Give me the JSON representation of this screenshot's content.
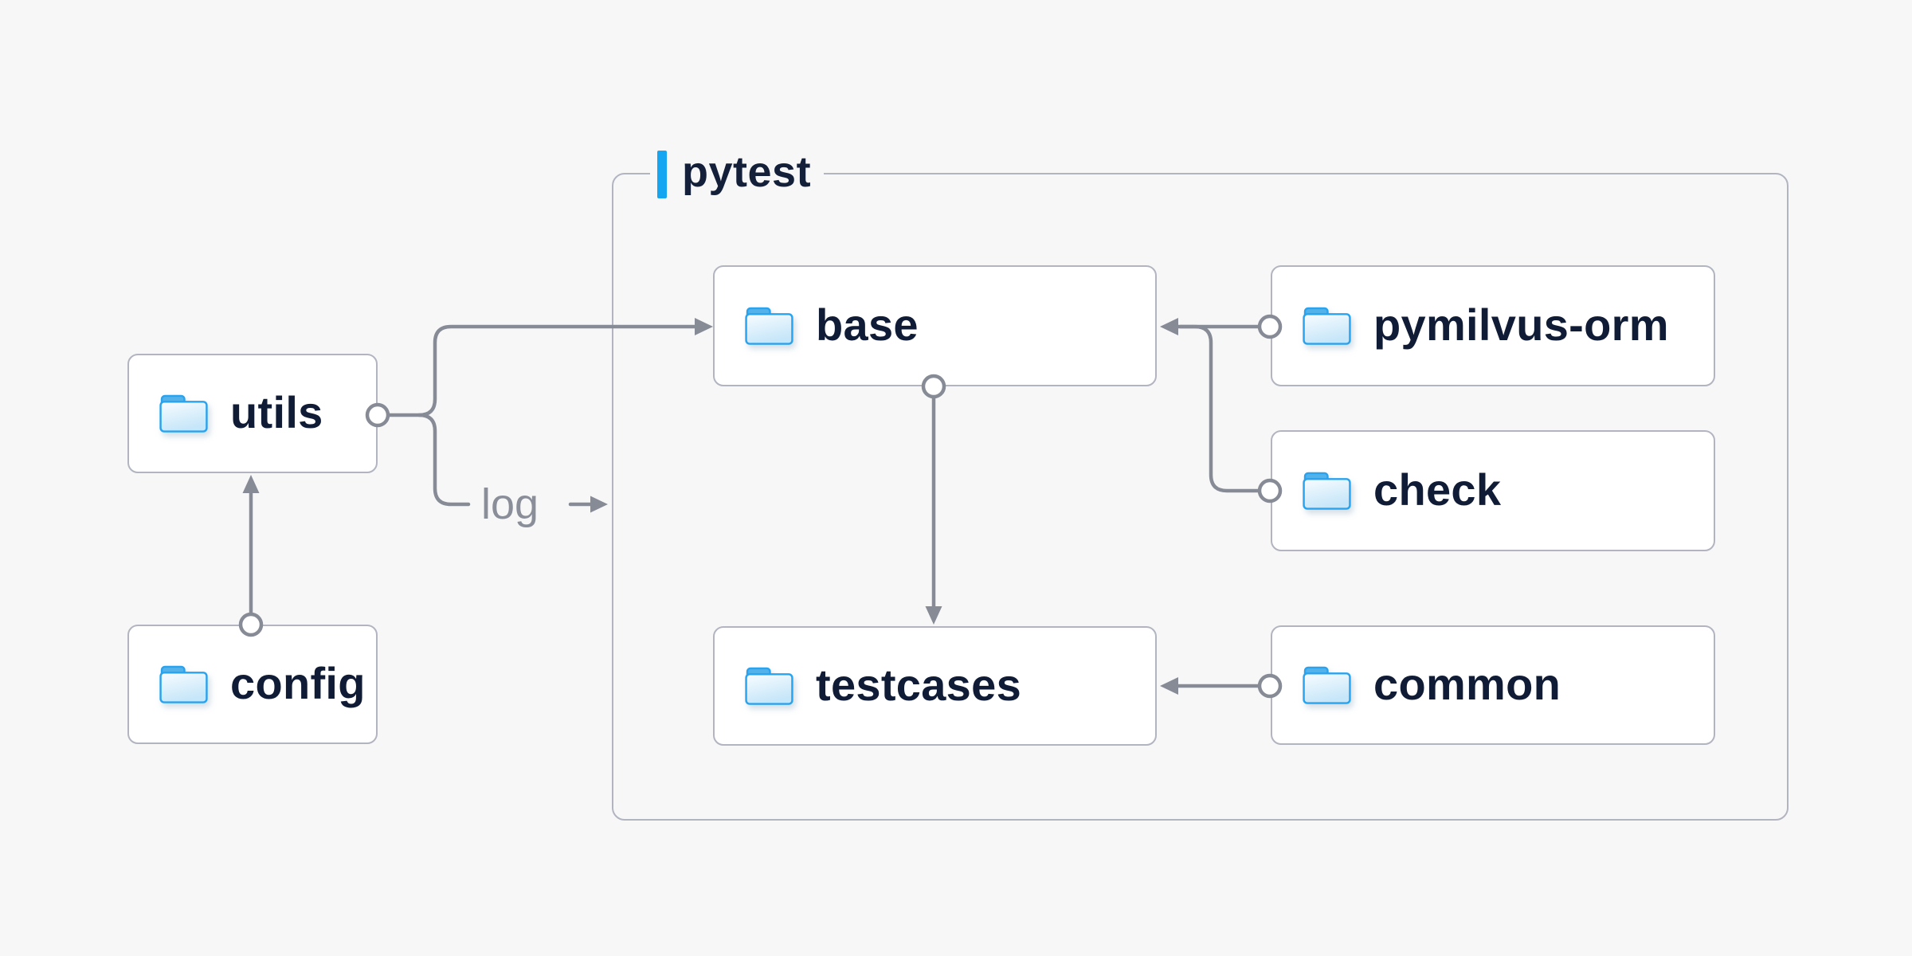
{
  "diagram": {
    "container": {
      "label": "pytest"
    },
    "nodes": {
      "utils": {
        "label": "utils"
      },
      "config": {
        "label": "config"
      },
      "base": {
        "label": "base"
      },
      "testcases": {
        "label": "testcases"
      },
      "pymilvus_orm": {
        "label": "pymilvus-orm"
      },
      "check": {
        "label": "check"
      },
      "common": {
        "label": "common"
      }
    },
    "edge_labels": {
      "log": "log"
    },
    "edges": [
      {
        "from": "utils",
        "to": "base",
        "type": "arrow"
      },
      {
        "from": "utils",
        "to": "log",
        "type": "labeled-arrow",
        "label": "log"
      },
      {
        "from": "config",
        "to": "utils",
        "type": "arrow"
      },
      {
        "from": "base",
        "to": "testcases",
        "type": "arrow"
      },
      {
        "from": "pymilvus-orm",
        "to": "base",
        "type": "arrow"
      },
      {
        "from": "check",
        "to": "base",
        "type": "arrow"
      },
      {
        "from": "common",
        "to": "testcases",
        "type": "arrow"
      }
    ],
    "colors": {
      "background": "#f7f7f8",
      "node_bg": "#ffffff",
      "box_border": "#b2b5c0",
      "connector": "#878b96",
      "node_text": "#101c36",
      "muted_text": "#8a8e99",
      "accent": "#14a6f0",
      "folder_stroke": "#29a3ee",
      "folder_tab": "#53b2ea"
    }
  }
}
